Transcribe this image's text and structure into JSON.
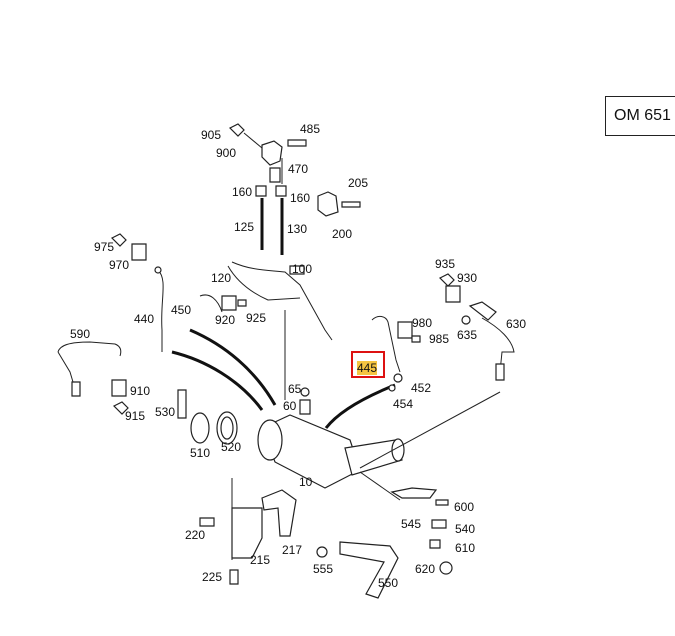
{
  "engine_code": "OM 651",
  "highlight": {
    "part": "445",
    "color": "#d11111",
    "fill": "#f5c542"
  },
  "labels": {
    "p905": "905",
    "p485": "485",
    "p900": "900",
    "p470": "470",
    "p160a": "160",
    "p160b": "160",
    "p205": "205",
    "p200": "200",
    "p125": "125",
    "p130": "130",
    "p975": "975",
    "p970": "970",
    "p100": "100",
    "p120": "120",
    "p935": "935",
    "p930": "930",
    "p440": "440",
    "p450": "450",
    "p920": "920",
    "p925": "925",
    "p980": "980",
    "p630": "630",
    "p635": "635",
    "p985": "985",
    "p590": "590",
    "p452": "452",
    "p454": "454",
    "p65": "65",
    "p60": "60",
    "p910": "910",
    "p530": "530",
    "p915": "915",
    "p510": "510",
    "p520": "520",
    "p10": "10",
    "p600": "600",
    "p545": "545",
    "p540": "540",
    "p220": "220",
    "p217": "217",
    "p610": "610",
    "p215": "215",
    "p555": "555",
    "p620": "620",
    "p225": "225",
    "p550": "550"
  }
}
